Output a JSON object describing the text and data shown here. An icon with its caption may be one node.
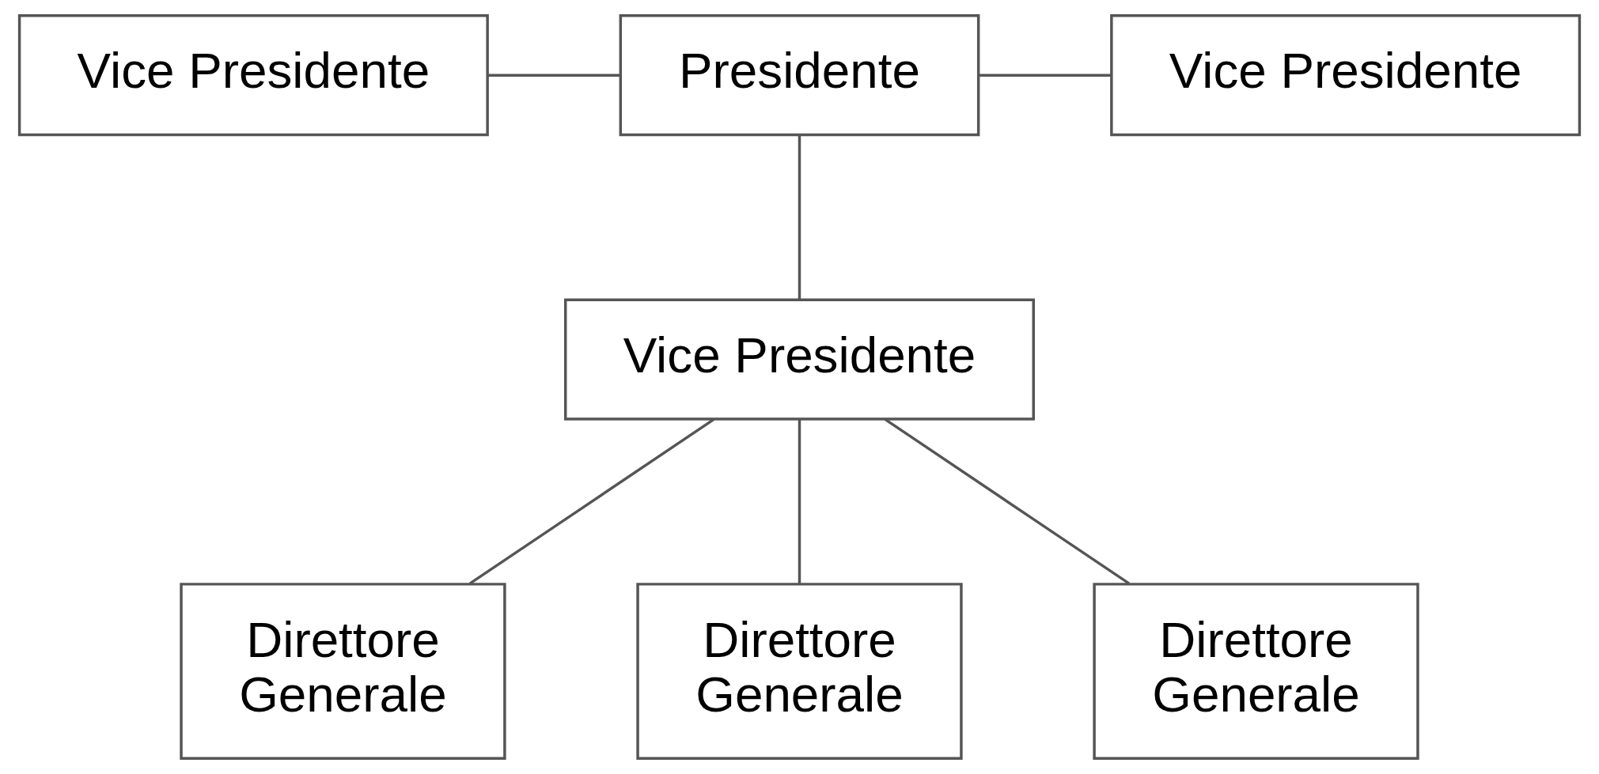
{
  "diagram": {
    "nodes": [
      {
        "text": [
          "Presidente"
        ]
      },
      {
        "text": [
          "Vice Presidente"
        ]
      },
      {
        "text": [
          "Vice Presidente"
        ]
      },
      {
        "text": [
          "Vice Presidente"
        ]
      },
      {
        "text": [
          "Direttore Generale"
        ]
      },
      {
        "text": [
          "Direttore Generale"
        ]
      },
      {
        "text": [
          "Direttore Generale"
        ]
      }
    ],
    "edges": [
      {
        "from": 0,
        "to": 1,
        "arrow": "none"
      },
      {
        "from": 0,
        "to": 2,
        "arrow": "none"
      },
      {
        "from": 0,
        "to": 3,
        "arrow": "none"
      },
      {
        "from": 3,
        "to": 4,
        "arrow": "none"
      },
      {
        "from": 3,
        "to": 5,
        "arrow": "none"
      },
      {
        "from": 3,
        "to": 6,
        "arrow": "none"
      }
    ]
  }
}
